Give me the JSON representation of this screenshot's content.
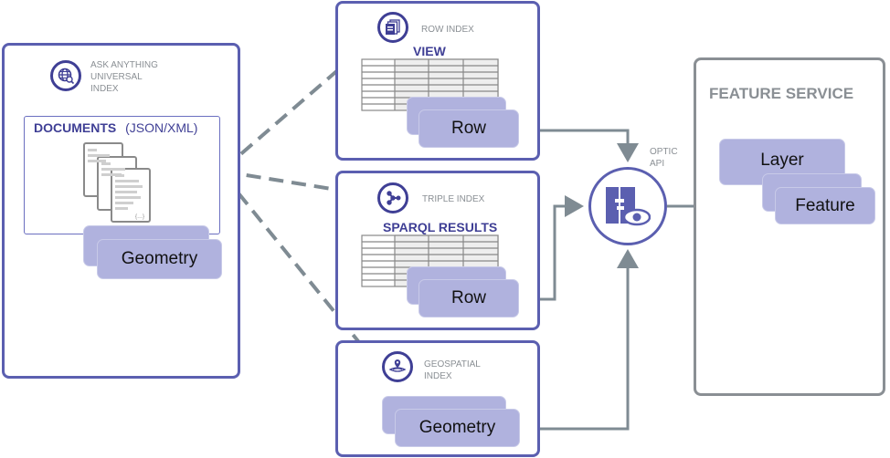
{
  "universal_index": {
    "label_lines": [
      "ASK ANYTHING",
      "UNIVERSAL",
      "INDEX"
    ],
    "icon": "globe-search-icon",
    "documents_title": "DOCUMENTS",
    "documents_format": "(JSON/XML)",
    "doc_icon": "documents-stack-icon",
    "geometry_label": "Geometry"
  },
  "row_index": {
    "label": "ROW INDEX",
    "icon": "pages-icon",
    "view_title": "VIEW",
    "row_label": "Row"
  },
  "triple_index": {
    "label": "TRIPLE INDEX",
    "icon": "graph-nodes-icon",
    "results_title": "SPARQL RESULTS",
    "row_label": "Row"
  },
  "geospatial_index": {
    "label_lines": [
      "GEOSPATIAL",
      "INDEX"
    ],
    "icon": "map-pin-icon",
    "geometry_label": "Geometry"
  },
  "optic_api": {
    "label_lines": [
      "OPTIC",
      "API"
    ],
    "icon": "optic-eye-icon"
  },
  "feature_service": {
    "title": "FEATURE SERVICE",
    "layer_label": "Layer",
    "feature_label": "Feature"
  },
  "colors": {
    "accent": "#3f3f95",
    "panel_border": "#5b5fb0",
    "card_fill": "#b0b2de",
    "connector": "#7f8b93"
  }
}
